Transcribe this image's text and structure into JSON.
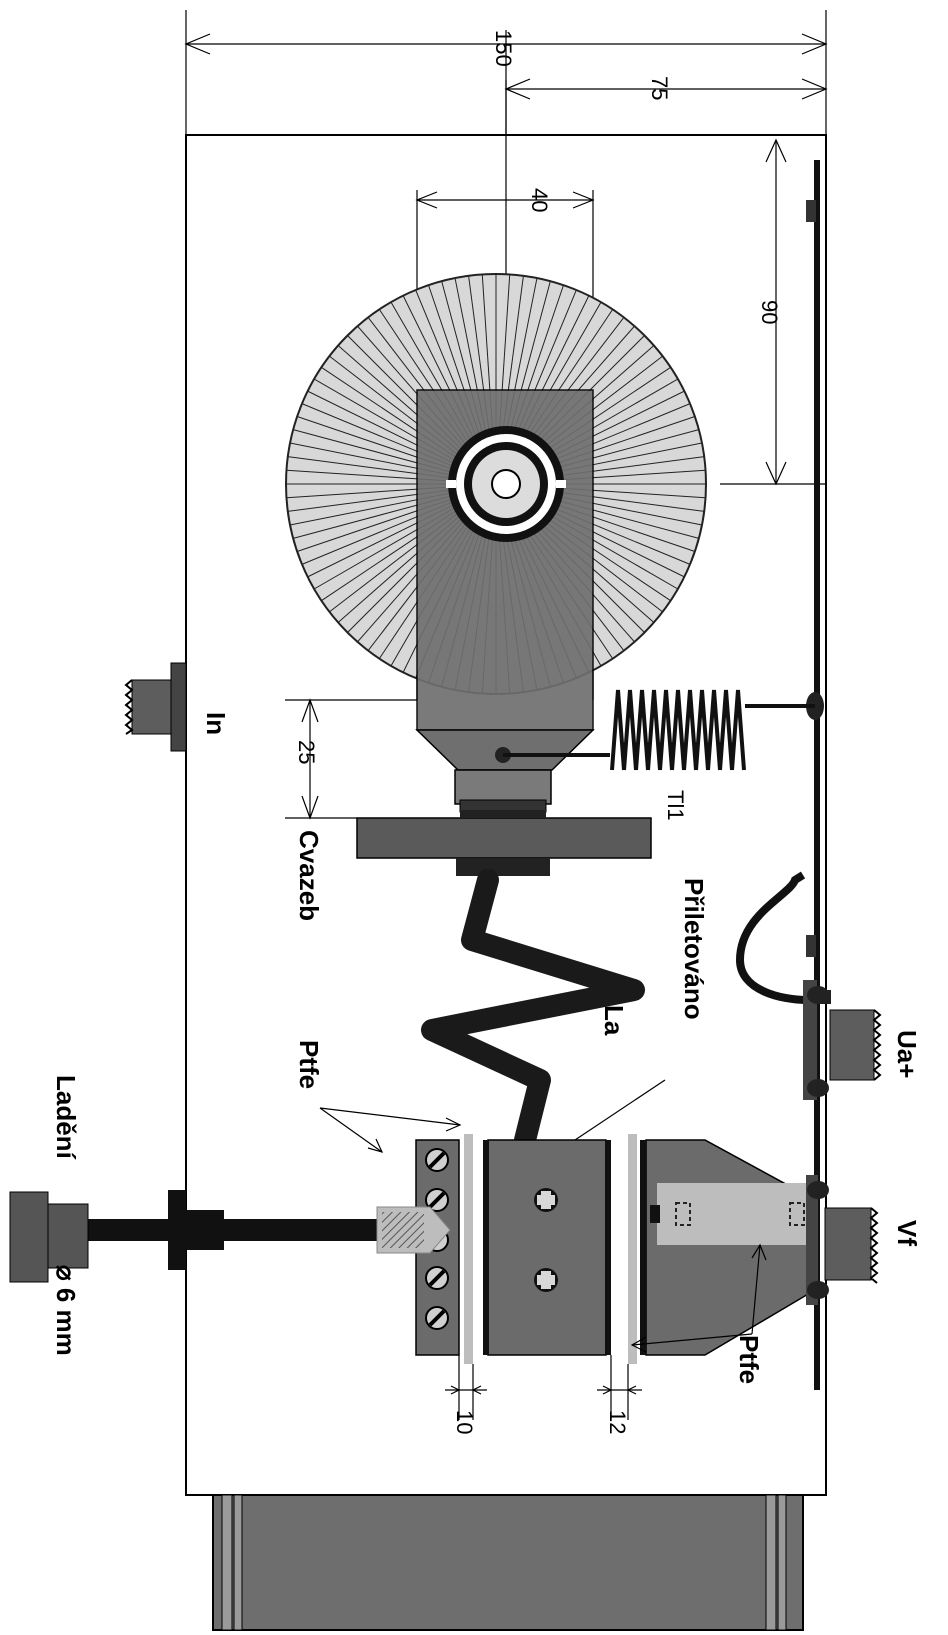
{
  "dimensions": {
    "d150": "150",
    "d75": "75",
    "d40": "40",
    "d90": "90",
    "d25": "25",
    "d10": "10",
    "d12": "12"
  },
  "labels": {
    "in": "In",
    "cvazeb": "Cvazeb",
    "ptfe_left": "Ptfe",
    "ladeni": "Ladění",
    "diameter": "⌀ 6 mm",
    "tl1": "Tl1",
    "priletovano": "Přiletováno",
    "la": "La",
    "ua": "Ua+",
    "vf": "Vf",
    "ptfe_right": "Ptfe"
  },
  "icons": {
    "screw": "screw-icon",
    "plus_screw": "phillips-screw-icon"
  },
  "colors": {
    "dark_gray": "#5a5a5a",
    "mid_gray": "#8c8c8c",
    "light_gray": "#c8c8c8",
    "ptfe_gray": "#bdbdbd",
    "black": "#111111"
  }
}
